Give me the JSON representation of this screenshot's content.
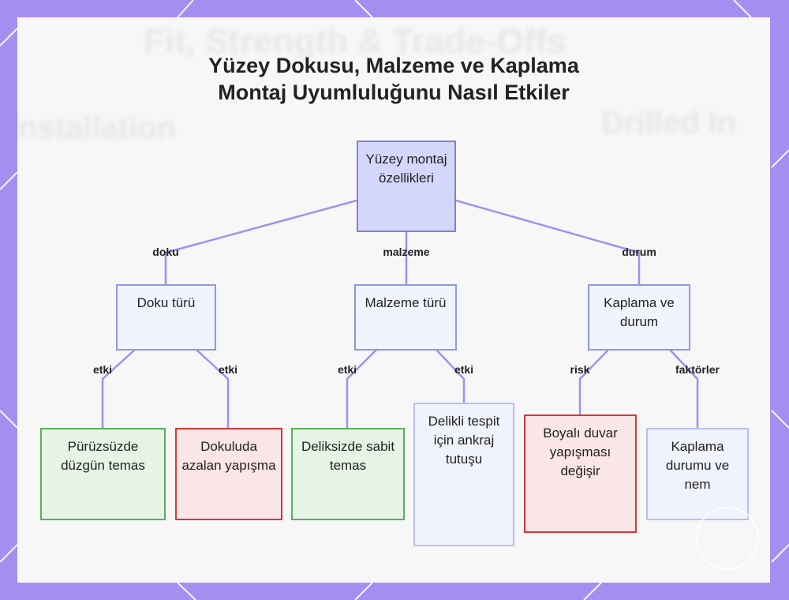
{
  "title": {
    "line1": "Yüzey Dokusu, Malzeme ve Kaplama",
    "line2": "Montaj Uyumluluğunu Nasıl Etkiler"
  },
  "background_text": {
    "t1": "Fit, Strength & Trade-Offs",
    "t2": "Installation",
    "t3": "Drilled In"
  },
  "nodes": {
    "root": "Yüzey montaj özellikleri",
    "texture_type": "Doku türü",
    "material_type": "Malzeme türü",
    "coating_condition": "Kaplama ve durum",
    "smooth_contact": "Pürüzsüzde düzgün temas",
    "textured_reduced_adhesion": "Dokuluda azalan yapışma",
    "nondrill_fixed_contact": "Deliksizde sabit temas",
    "drilled_anchor_hold": "Delikli tespit için ankraj tutuşu",
    "painted_wall_adhesion": "Boyalı duvar yapışması değişir",
    "coating_moisture": "Kaplama durumu ve nem"
  },
  "edge_labels": {
    "root_texture": "doku",
    "root_material": "malzeme",
    "root_coating": "durum",
    "texture_smooth": "etki",
    "texture_textured": "etki",
    "material_nondrill": "etki",
    "material_drilled": "etki",
    "coating_painted": "risk",
    "coating_moisture": "faktörler"
  },
  "colors": {
    "frame": "#a48ef0",
    "edge": "#a48ef0",
    "root_fill": "#d4d6fb",
    "green_border": "#5caf5c",
    "red_border": "#cc3a3a"
  }
}
